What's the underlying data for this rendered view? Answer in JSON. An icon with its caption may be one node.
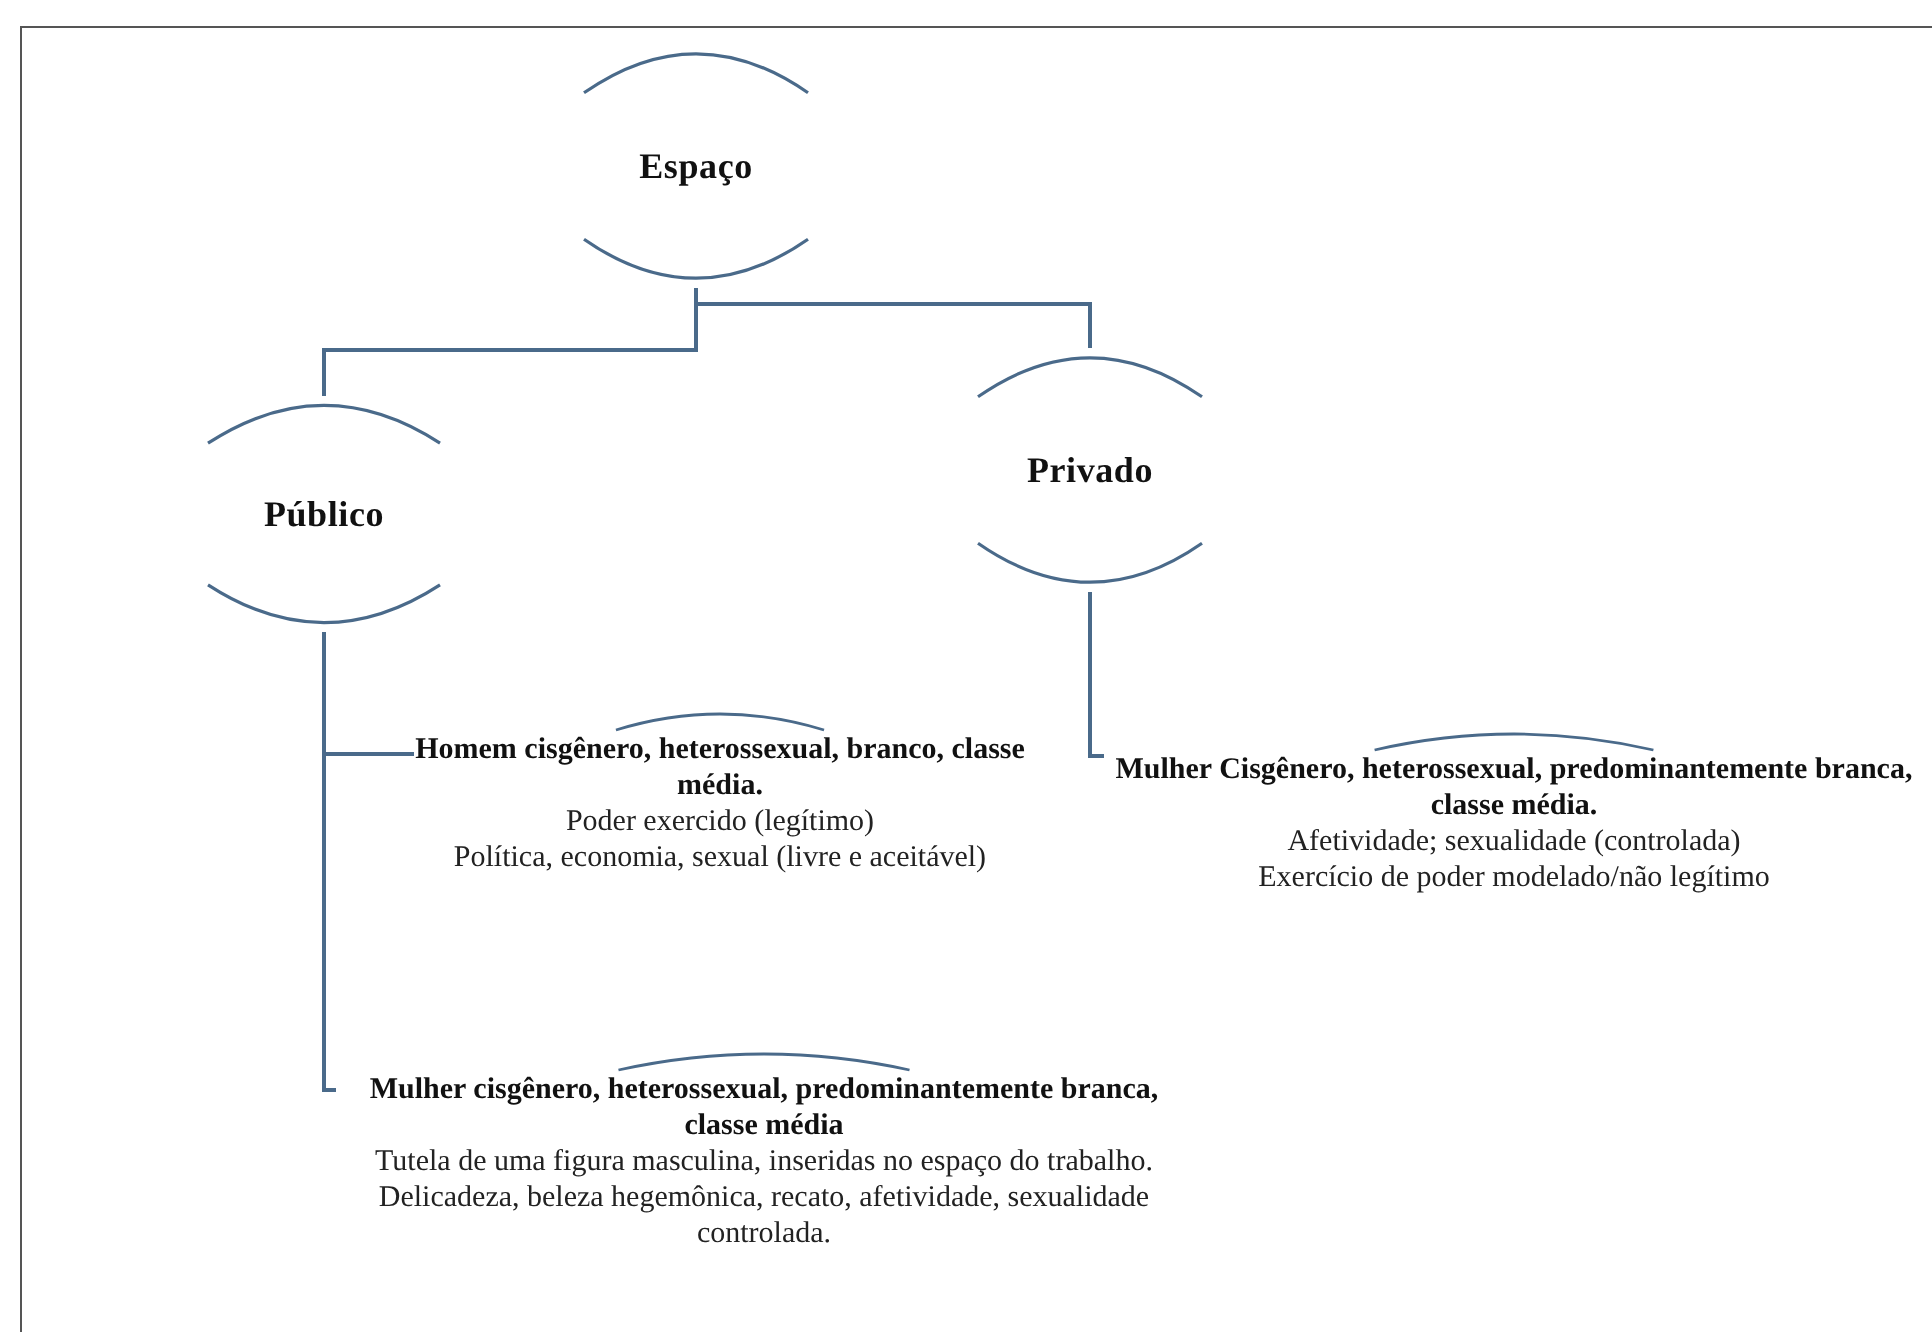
{
  "diagram": {
    "nodes": [
      {
        "text": [
          "Espaço"
        ]
      },
      {
        "text": [
          "Público"
        ]
      },
      {
        "text": [
          "Privado"
        ]
      },
      {
        "text": [
          "Homem cisgênero, heterossexual, branco, classe média.",
          "Poder exercido (legítimo)",
          "Política, economia, sexual (livre e aceitável)"
        ]
      },
      {
        "text": [
          "Mulher cisgênero, heterossexual, predominantemente branca, classe média",
          "Tutela de uma figura masculina, inseridas no espaço do trabalho.",
          "Delicadeza, beleza hegemônica, recato, afetividade, sexualidade controlada."
        ]
      },
      {
        "text": [
          "Mulher Cisgênero, heterossexual, predominantemente branca, classe média.",
          "Afetividade; sexualidade (controlada)",
          "Exercício de poder modelado/não legítimo"
        ]
      }
    ],
    "edges": [
      {
        "from": 0,
        "to": 1,
        "arrow": "none"
      },
      {
        "from": 0,
        "to": 2,
        "arrow": "none"
      },
      {
        "from": 1,
        "to": 3,
        "arrow": "none"
      },
      {
        "from": 1,
        "to": 4,
        "arrow": "none"
      },
      {
        "from": 2,
        "to": 5,
        "arrow": "none"
      }
    ]
  }
}
